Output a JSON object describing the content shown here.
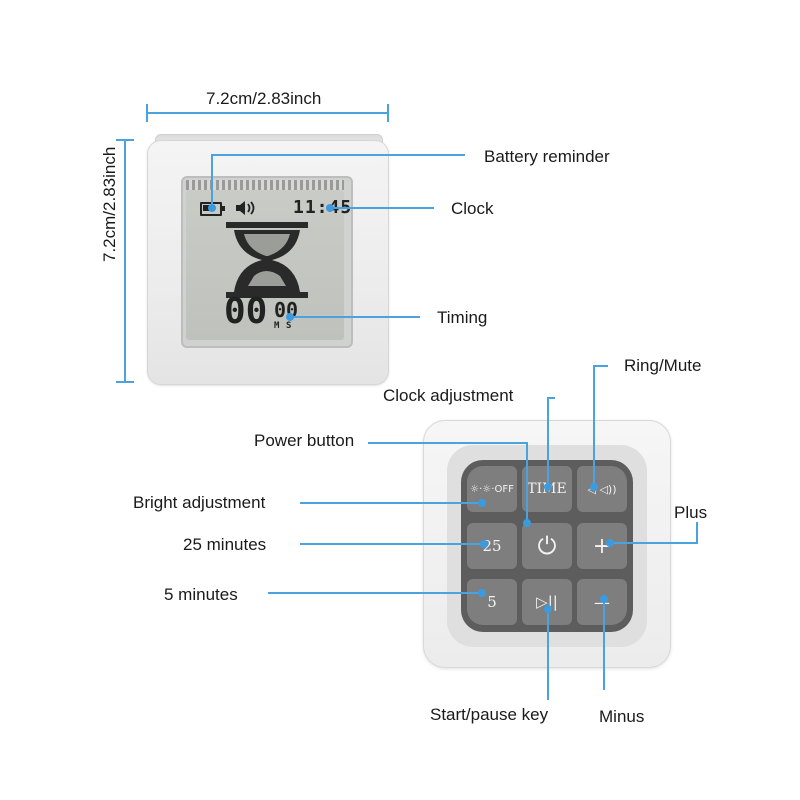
{
  "dimensions": {
    "width_label": "7.2cm/2.83inch",
    "height_label": "7.2cm/2.83inch"
  },
  "callouts": {
    "battery": "Battery reminder",
    "clock": "Clock",
    "timing": "Timing",
    "ring_mute": "Ring/Mute",
    "clock_adjustment": "Clock adjustment",
    "power_button": "Power button",
    "bright_adjustment": "Bright adjustment",
    "plus": "Plus",
    "min25": "25 minutes",
    "min5": "5 minutes",
    "start_pause": "Start/pause key",
    "minus": "Minus"
  },
  "display": {
    "clock_time": "11:45",
    "timer_digits": "00",
    "timer_small": "00",
    "unit_m": "M",
    "unit_s": "S"
  },
  "keys": {
    "bright": "☼·☼·OFF",
    "time": "TIME",
    "ring": "◁ ◁))",
    "k25": "25",
    "power": "⏻",
    "plus": "+",
    "k5": "5",
    "play": "▷||",
    "minus": "—"
  },
  "colors": {
    "leader_line": "#4aa3df",
    "callout_dot": "#3a9be0"
  }
}
